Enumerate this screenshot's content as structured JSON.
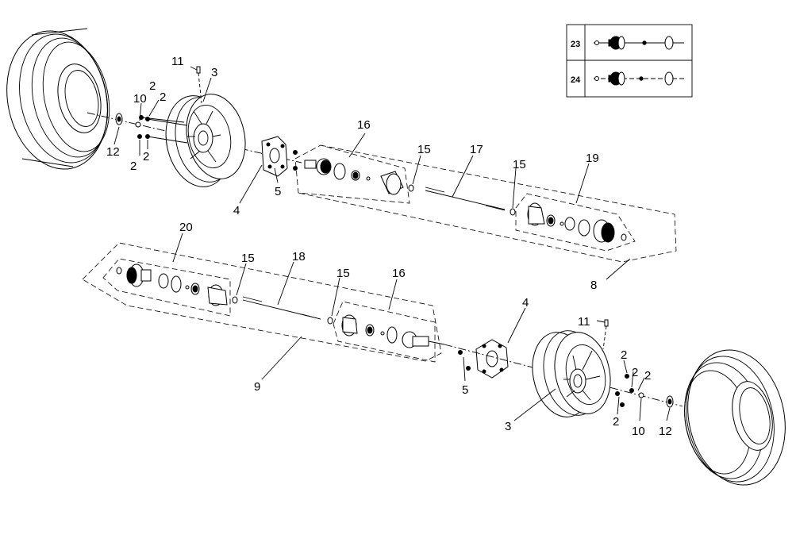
{
  "labels": {
    "l11a": "11",
    "l3a": "3",
    "l10a": "10",
    "l2a": "2",
    "l2b": "2",
    "l12a": "12",
    "l2c": "2",
    "l2d": "2",
    "l4a": "4",
    "l5a": "5",
    "l16a": "16",
    "l15a": "15",
    "l17": "17",
    "l15b": "15",
    "l19": "19",
    "l8": "8",
    "l20": "20",
    "l15c": "15",
    "l18": "18",
    "l15d": "15",
    "l16b": "16",
    "l9": "9",
    "l4b": "4",
    "l11b": "11",
    "l5b": "5",
    "l2e": "2",
    "l2f": "2",
    "l2g": "2",
    "l2h": "2",
    "l3b": "3",
    "l10b": "10",
    "l12b": "12"
  },
  "inset": {
    "rows": [
      {
        "number": "23"
      },
      {
        "number": "24"
      }
    ]
  }
}
